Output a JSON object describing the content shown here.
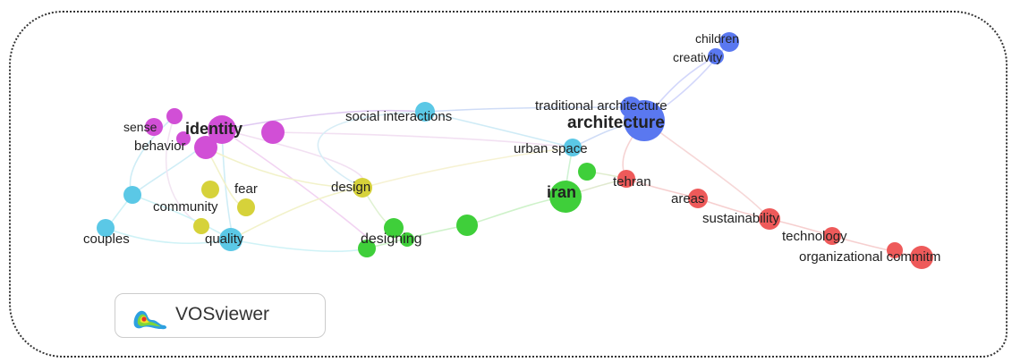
{
  "software": "VOSviewer",
  "clusters": {
    "purple": "#d14fd6",
    "blue": "#5a78f0",
    "cyan": "#5bc8e6",
    "yellow": "#d6d23a",
    "green": "#3fcf3a",
    "red": "#ee5a5a"
  },
  "nodes": [
    {
      "id": "identity",
      "label": "identity",
      "cluster": "purple"
    },
    {
      "id": "sense",
      "label": "sense",
      "cluster": "purple"
    },
    {
      "id": "behavior",
      "label": "behavior",
      "cluster": "purple"
    },
    {
      "id": "children",
      "label": "children",
      "cluster": "blue"
    },
    {
      "id": "creativity",
      "label": "creativity",
      "cluster": "blue"
    },
    {
      "id": "traditional_architecture",
      "label": "traditional architecture",
      "cluster": "blue"
    },
    {
      "id": "architecture",
      "label": "architecture",
      "cluster": "blue"
    },
    {
      "id": "social_interactions",
      "label": "social interactions",
      "cluster": "cyan"
    },
    {
      "id": "urban_space",
      "label": "urban space",
      "cluster": "cyan"
    },
    {
      "id": "couples",
      "label": "couples",
      "cluster": "cyan"
    },
    {
      "id": "quality",
      "label": "quality",
      "cluster": "cyan"
    },
    {
      "id": "fear",
      "label": "fear",
      "cluster": "yellow"
    },
    {
      "id": "community",
      "label": "community",
      "cluster": "yellow"
    },
    {
      "id": "design",
      "label": "design",
      "cluster": "yellow"
    },
    {
      "id": "iran",
      "label": "iran",
      "cluster": "green"
    },
    {
      "id": "designing",
      "label": "designing",
      "cluster": "green"
    },
    {
      "id": "tehran",
      "label": "tehran",
      "cluster": "red"
    },
    {
      "id": "areas",
      "label": "areas",
      "cluster": "red"
    },
    {
      "id": "sustainability",
      "label": "sustainability",
      "cluster": "red"
    },
    {
      "id": "technology",
      "label": "technology",
      "cluster": "red"
    },
    {
      "id": "organizational",
      "label": "organizational commitm",
      "cluster": "red"
    }
  ]
}
